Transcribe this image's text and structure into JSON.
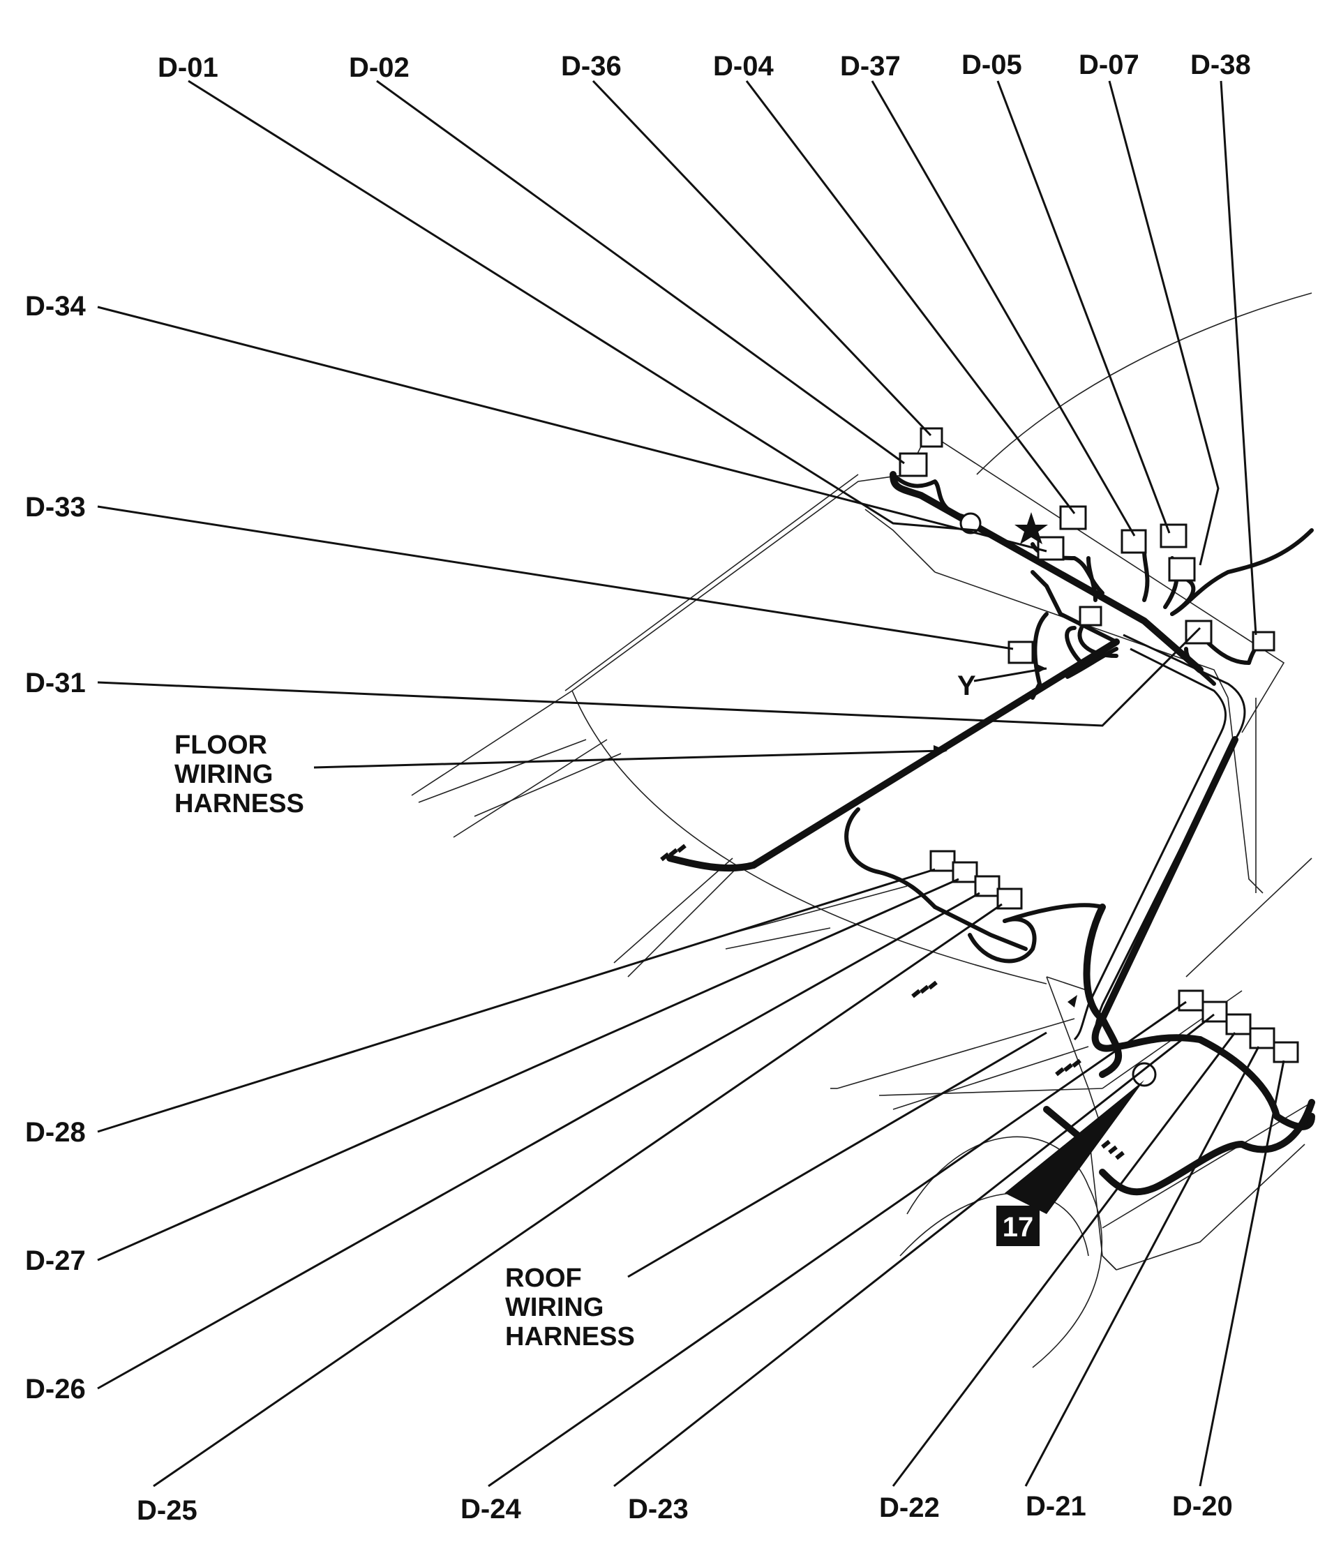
{
  "callouts": {
    "d01": "D-01",
    "d02": "D-02",
    "d36": "D-36",
    "d04": "D-04",
    "d37": "D-37",
    "d05": "D-05",
    "d07": "D-07",
    "d38": "D-38",
    "d34": "D-34",
    "d33": "D-33",
    "d31": "D-31",
    "d28": "D-28",
    "d27": "D-27",
    "d26": "D-26",
    "d25": "D-25",
    "d24": "D-24",
    "d23": "D-23",
    "d22": "D-22",
    "d21": "D-21",
    "d20": "D-20",
    "y": "Y"
  },
  "harness_labels": {
    "floor": [
      "FLOOR",
      "WIRING",
      "HARNESS"
    ],
    "roof": [
      "ROOF",
      "WIRING",
      "HARNESS"
    ]
  },
  "badge": "17",
  "colors": {
    "ink": "#111111",
    "paper": "#ffffff"
  }
}
